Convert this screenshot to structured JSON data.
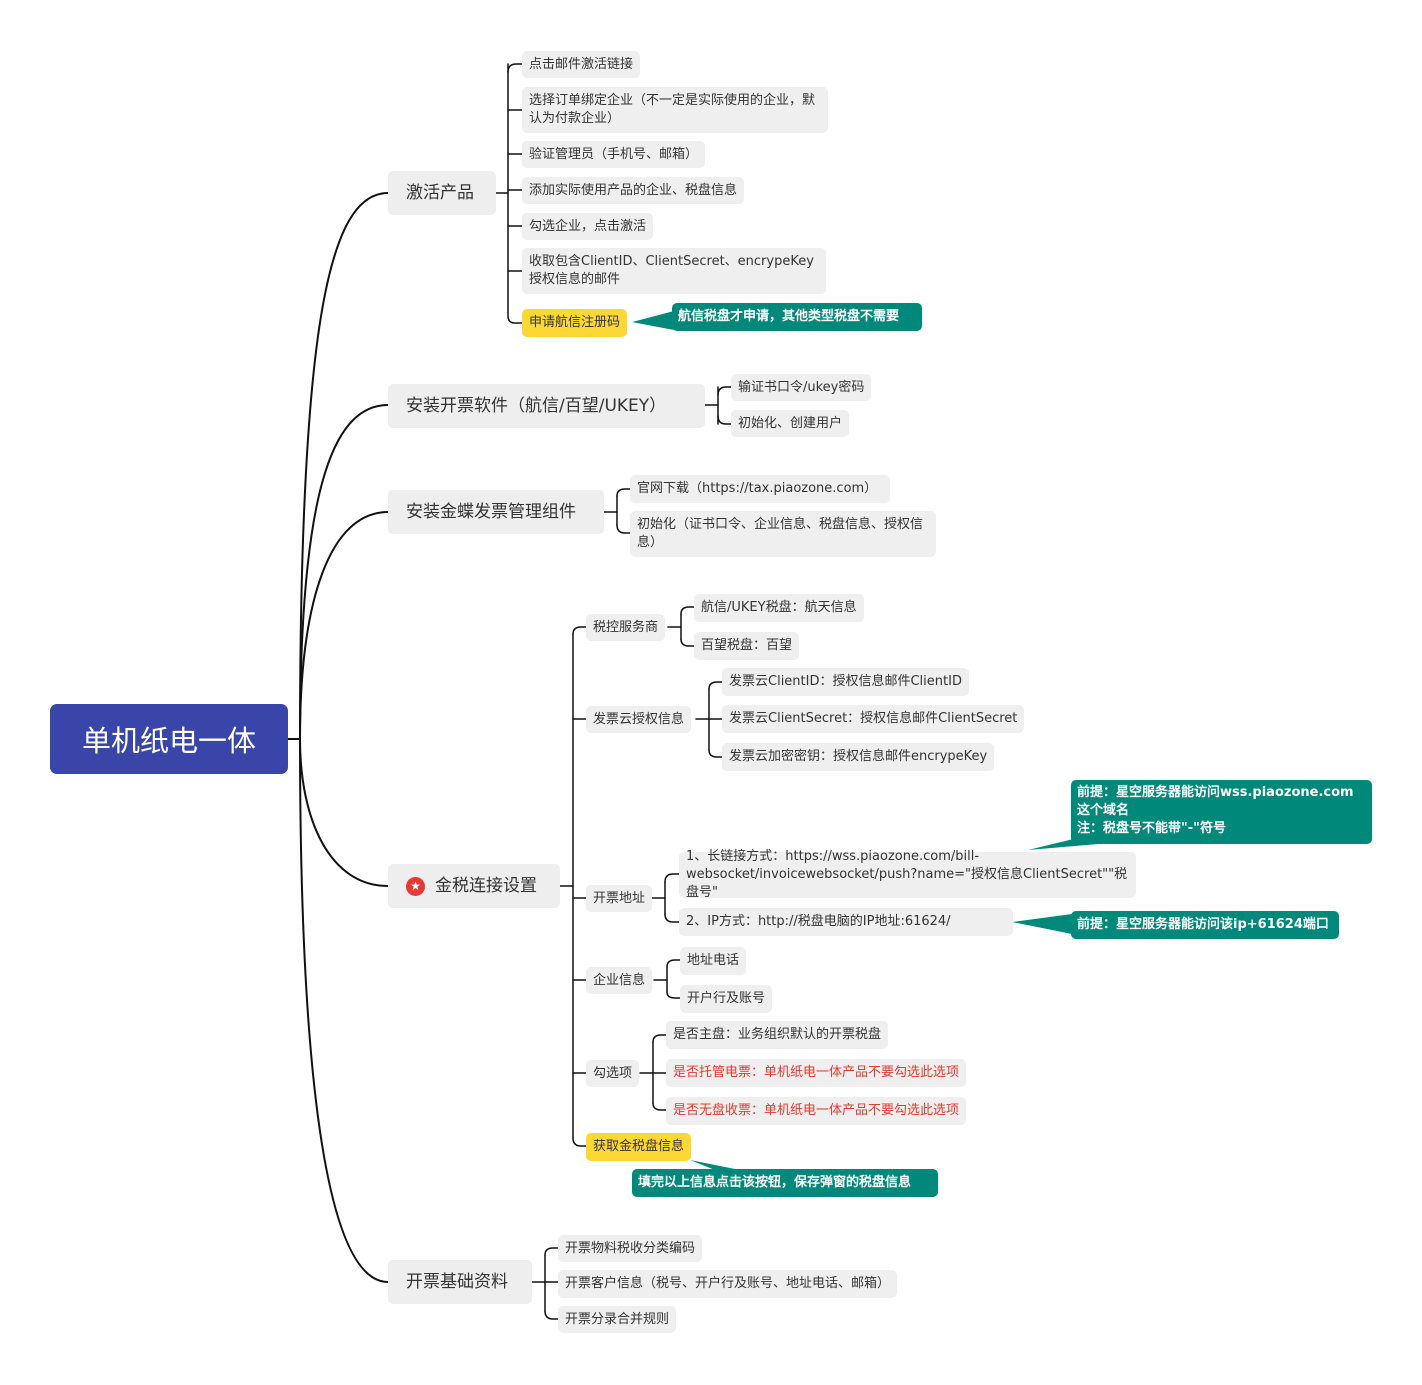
{
  "root": "单机纸电一体",
  "branches": {
    "activate": {
      "label": "激活产品",
      "items": [
        "点击邮件激活链接",
        "选择订单绑定企业（不一定是实际使用的企业，默认为付款企业）",
        "验证管理员（手机号、邮箱）",
        "添加实际使用产品的企业、税盘信息",
        "勾选企业，点击激活",
        "收取包含ClientID、ClientSecret、encrypeKey授权信息的邮件",
        "申请航信注册码"
      ],
      "callout": "航信税盘才申请，其他类型税盘不需要"
    },
    "install_software": {
      "label": "安装开票软件（航信/百望/UKEY）",
      "items": [
        "输证书口令/ukey密码",
        "初始化、创建用户"
      ]
    },
    "install_component": {
      "label": "安装金蝶发票管理组件",
      "items": [
        "官网下载（https://tax.piaozone.com）",
        "初始化（证书口令、企业信息、税盘信息、授权信息）"
      ]
    },
    "gold_tax": {
      "label": "金税连接设置",
      "icon": "star-icon",
      "service_provider": {
        "label": "税控服务商",
        "items": [
          "航信/UKEY税盘：航天信息",
          "百望税盘：百望"
        ]
      },
      "cloud_auth": {
        "label": "发票云授权信息",
        "items": [
          "发票云ClientID：授权信息邮件ClientID",
          "发票云ClientSecret：授权信息邮件ClientSecret",
          "发票云加密密钥：授权信息邮件encrypeKey"
        ]
      },
      "address": {
        "label": "开票地址",
        "items": [
          "1、长链接方式：https://wss.piaozone.com/bill-websocket/invoicewebsocket/push?name=\"授权信息ClientSecret\"\"税盘号\"",
          "2、IP方式：http://税盘电脑的IP地址:61624/"
        ],
        "callout1": "前提：星空服务器能访问wss.piaozone.com这个域名\n注：税盘号不能带\"-\"符号",
        "callout2": "前提：星空服务器能访问该ip+61624端口"
      },
      "company": {
        "label": "企业信息",
        "items": [
          "地址电话",
          "开户行及账号"
        ]
      },
      "options": {
        "label": "勾选项",
        "items": [
          "是否主盘：业务组织默认的开票税盘",
          "是否托管电票：单机纸电一体产品不要勾选此选项",
          "是否无盘收票：单机纸电一体产品不要勾选此选项"
        ]
      },
      "fetch": {
        "label": "获取金税盘信息",
        "callout": "填完以上信息点击该按钮，保存弹窗的税盘信息"
      }
    },
    "basic_data": {
      "label": "开票基础资料",
      "items": [
        "开票物料税收分类编码",
        "开票客户信息（税号、开户行及账号、地址电话、邮箱）",
        "开票分录合并规则"
      ]
    }
  },
  "colors": {
    "root": "#3a45a9",
    "node": "#efefef",
    "highlight": "#fdd834",
    "callout": "#00897b",
    "warning_text": "#e33b2e",
    "line": "#111111"
  }
}
